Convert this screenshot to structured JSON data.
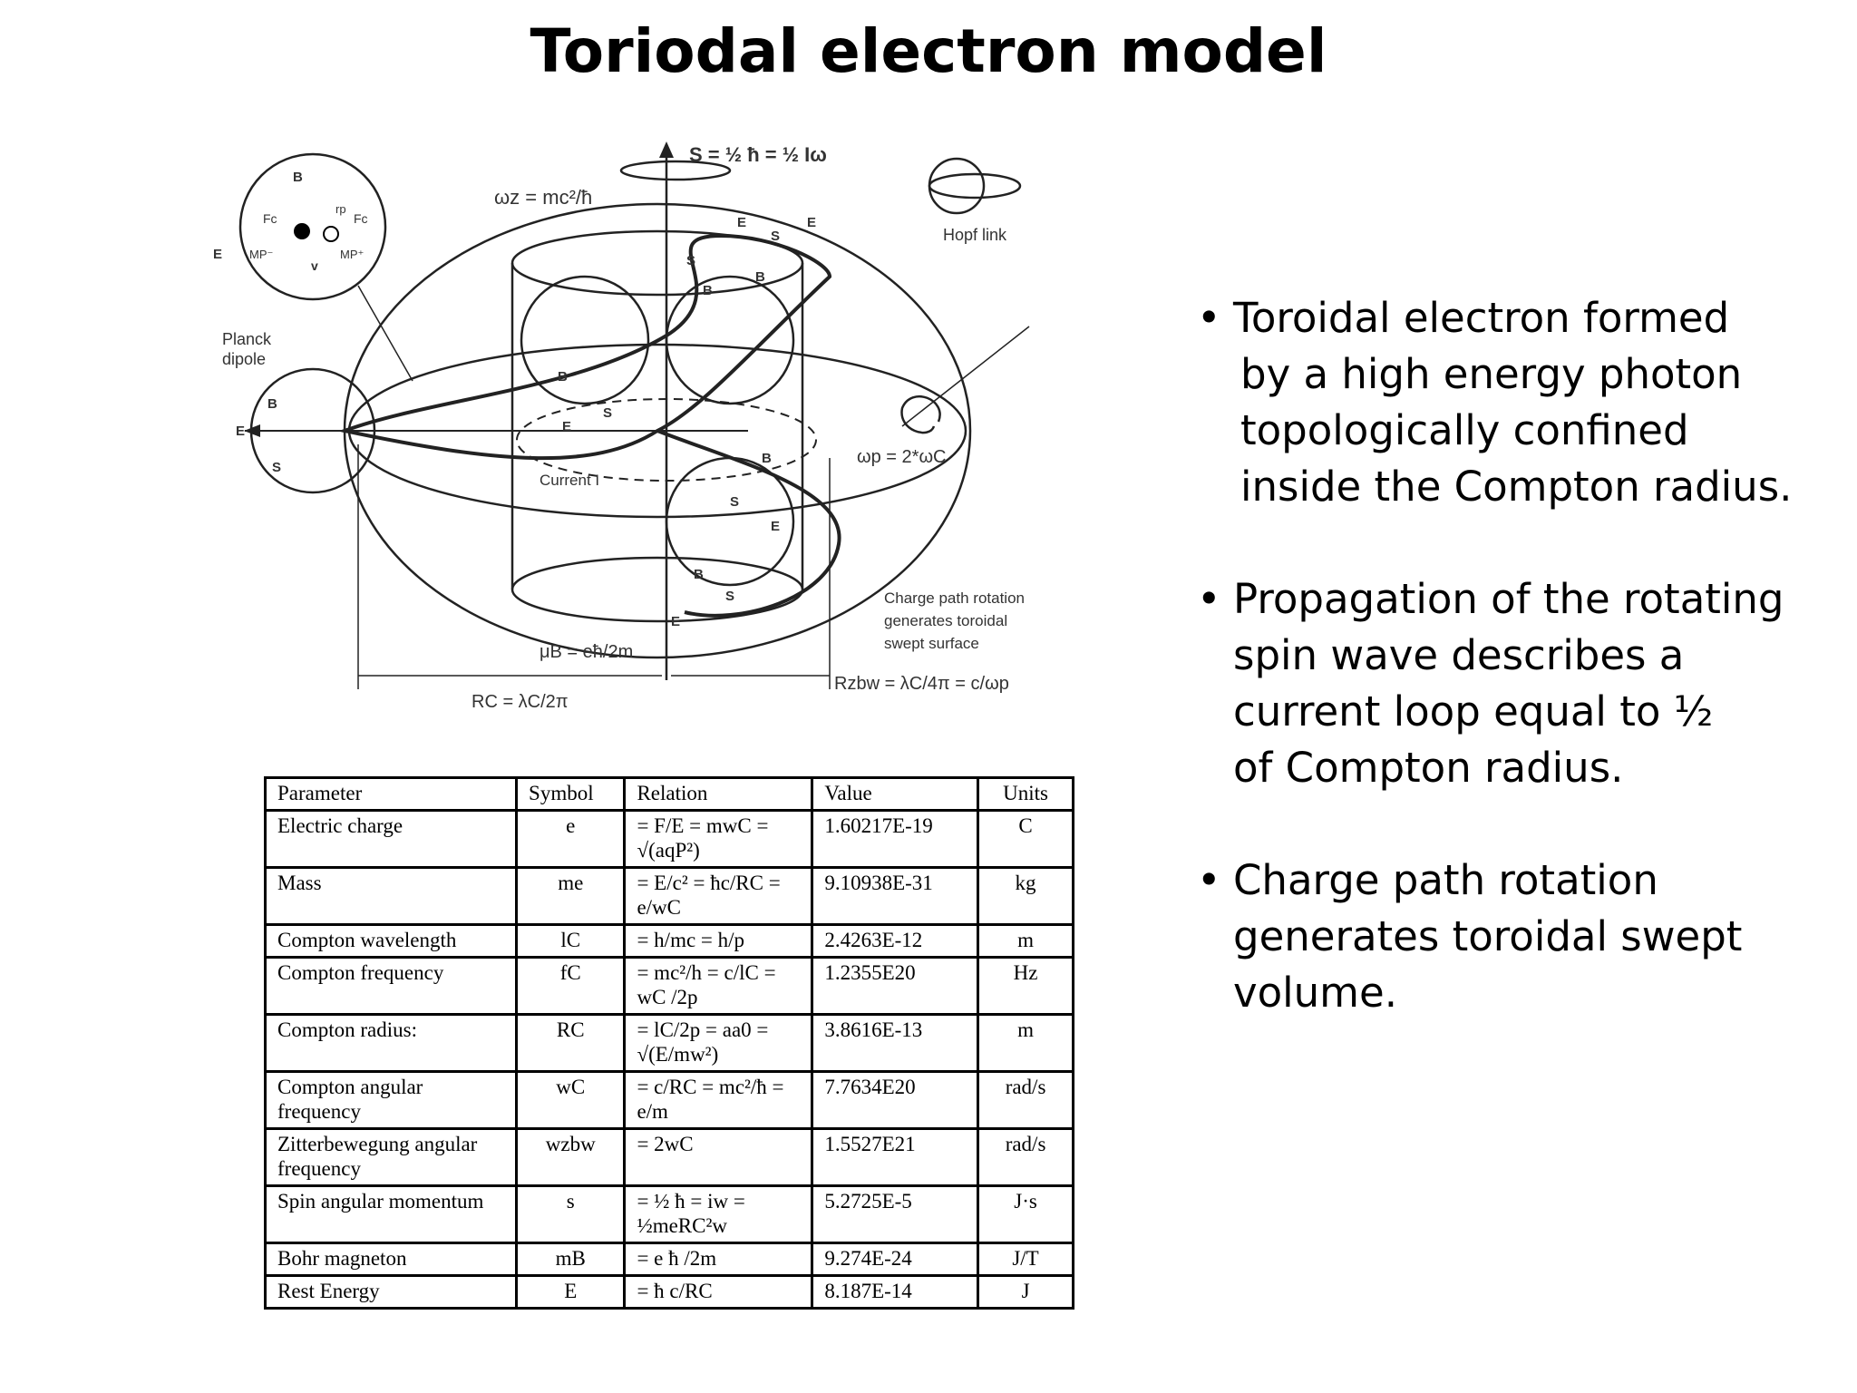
{
  "slide": {
    "title": "Toriodal electron model"
  },
  "diagram": {
    "labels": {
      "spin_eq": "S = ½ ħ = ½ Iω",
      "omega_z": "ωz = mc²/ħ",
      "hopf": "Hopf link",
      "planck_line1": "Planck",
      "planck_line2": "dipole",
      "current": "Current I",
      "omega_p": "ωp = 2*ωC",
      "charge_note_1": "Charge path rotation",
      "charge_note_2": "generates toroidal",
      "charge_note_3": "swept surface",
      "mu_b": "μB = eħ/2m",
      "rc": "RC = λC/2π",
      "rzbw": "Rzbw = λC/4π = c/ωp",
      "B": "B",
      "E": "E",
      "S": "S",
      "Fc": "Fc",
      "rp": "rp",
      "Mp_minus": "MP⁻",
      "Mp_plus": "MP⁺",
      "v": "v"
    }
  },
  "bullets": [
    {
      "lines": [
        "Toroidal electron formed",
        "by a high energy photon",
        "topologically confined",
        "inside the Compton radius."
      ]
    },
    {
      "lines": [
        "Propagation of the rotating",
        "spin wave describes a",
        "current loop equal to ½",
        "of Compton radius."
      ]
    },
    {
      "lines": [
        "Charge path rotation",
        "generates toroidal swept",
        "volume."
      ]
    }
  ],
  "table": {
    "headers": [
      "Parameter",
      "Symbol",
      "Relation",
      "Value",
      "Units"
    ],
    "rows": [
      [
        "Electric charge",
        "e",
        "= F/E = mwC = √(aqP²)",
        "1.60217E-19",
        "C"
      ],
      [
        "Mass",
        "me",
        "= E/c² = ħc/RC = e/wC",
        "9.10938E-31",
        "kg"
      ],
      [
        "Compton wavelength",
        "lC",
        "= h/mc = h/p",
        "2.4263E-12",
        "m"
      ],
      [
        "Compton frequency",
        "fC",
        "= mc²/h = c/lC = wC /2p",
        "1.2355E20",
        "Hz"
      ],
      [
        "Compton radius:",
        "RC",
        "= lC/2p = aa0 = √(E/mw²)",
        "3.8616E-13",
        "m"
      ],
      [
        "Compton angular frequency",
        "wC",
        "= c/RC = mc²/ħ = e/m",
        "7.7634E20",
        "rad/s"
      ],
      [
        "Zitterbewegung angular frequency",
        "wzbw",
        "= 2wC",
        "1.5527E21",
        "rad/s"
      ],
      [
        "Spin angular momentum",
        "s",
        "= ½ ħ = iw = ½meRC²w",
        "5.2725E-5",
        "J·s"
      ],
      [
        "Bohr magneton",
        "mB",
        "= e ħ /2m",
        "9.274E-24",
        "J/T"
      ],
      [
        "Rest Energy",
        "E",
        "= ħ c/RC",
        "8.187E-14",
        "J"
      ]
    ]
  }
}
